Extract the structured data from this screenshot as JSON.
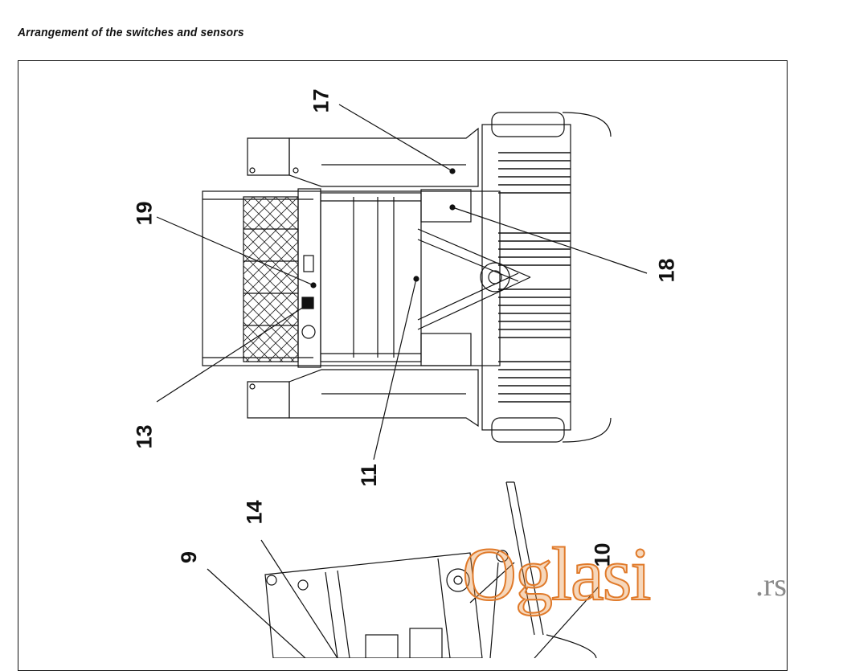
{
  "header": {
    "title": "Arrangement of the switches and sensors"
  },
  "callouts": {
    "c17": "17",
    "c19": "19",
    "c18": "18",
    "c13": "13",
    "c11": "11",
    "c14": "14",
    "c9": "9",
    "c10": "10"
  },
  "watermark": {
    "brand": "Oglasi",
    "suffix": ".rs",
    "color": "#e07a2a"
  }
}
